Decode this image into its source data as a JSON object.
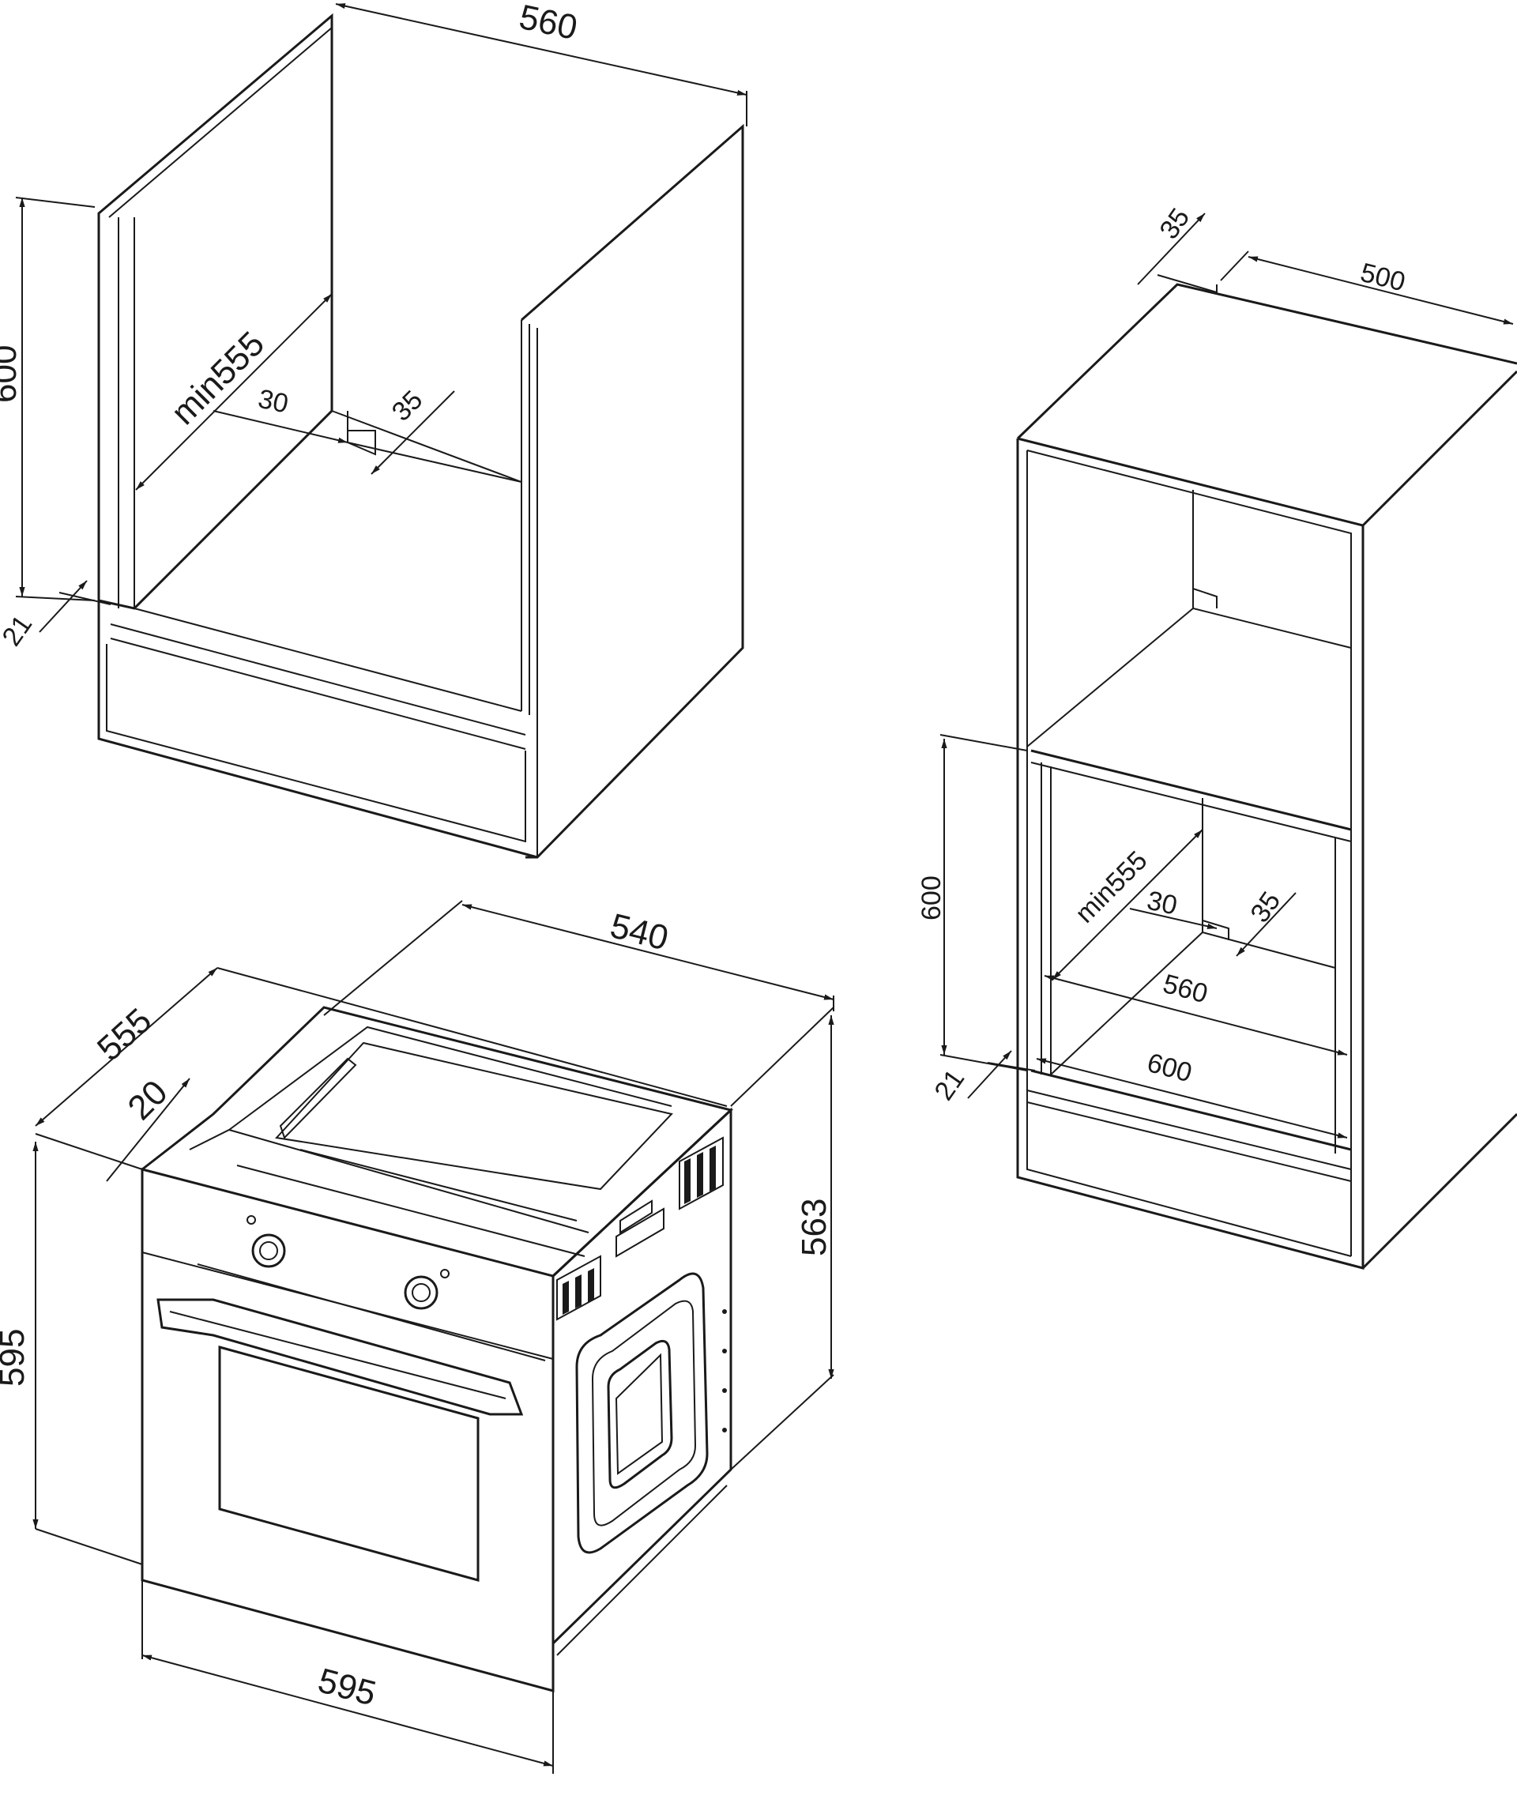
{
  "labels": {
    "base_cabinet": {
      "width": "560",
      "height": "600",
      "depth": "min555",
      "gap_back": "30",
      "gap_side": "35",
      "bottom": "21"
    },
    "oven": {
      "depth_top": "540",
      "depth_side": "555",
      "front_lip": "20",
      "height_front": "595",
      "height_side": "563",
      "width": "595"
    },
    "tall_cabinet": {
      "top_gap": "35",
      "top_depth": "500",
      "niche_height": "600",
      "depth": "min555",
      "gap_back": "30",
      "gap_side": "35",
      "inner_width": "560",
      "outer_width": "600",
      "bottom": "21"
    }
  },
  "colors": {
    "line": "#1a1a1a",
    "background": "#ffffff"
  }
}
